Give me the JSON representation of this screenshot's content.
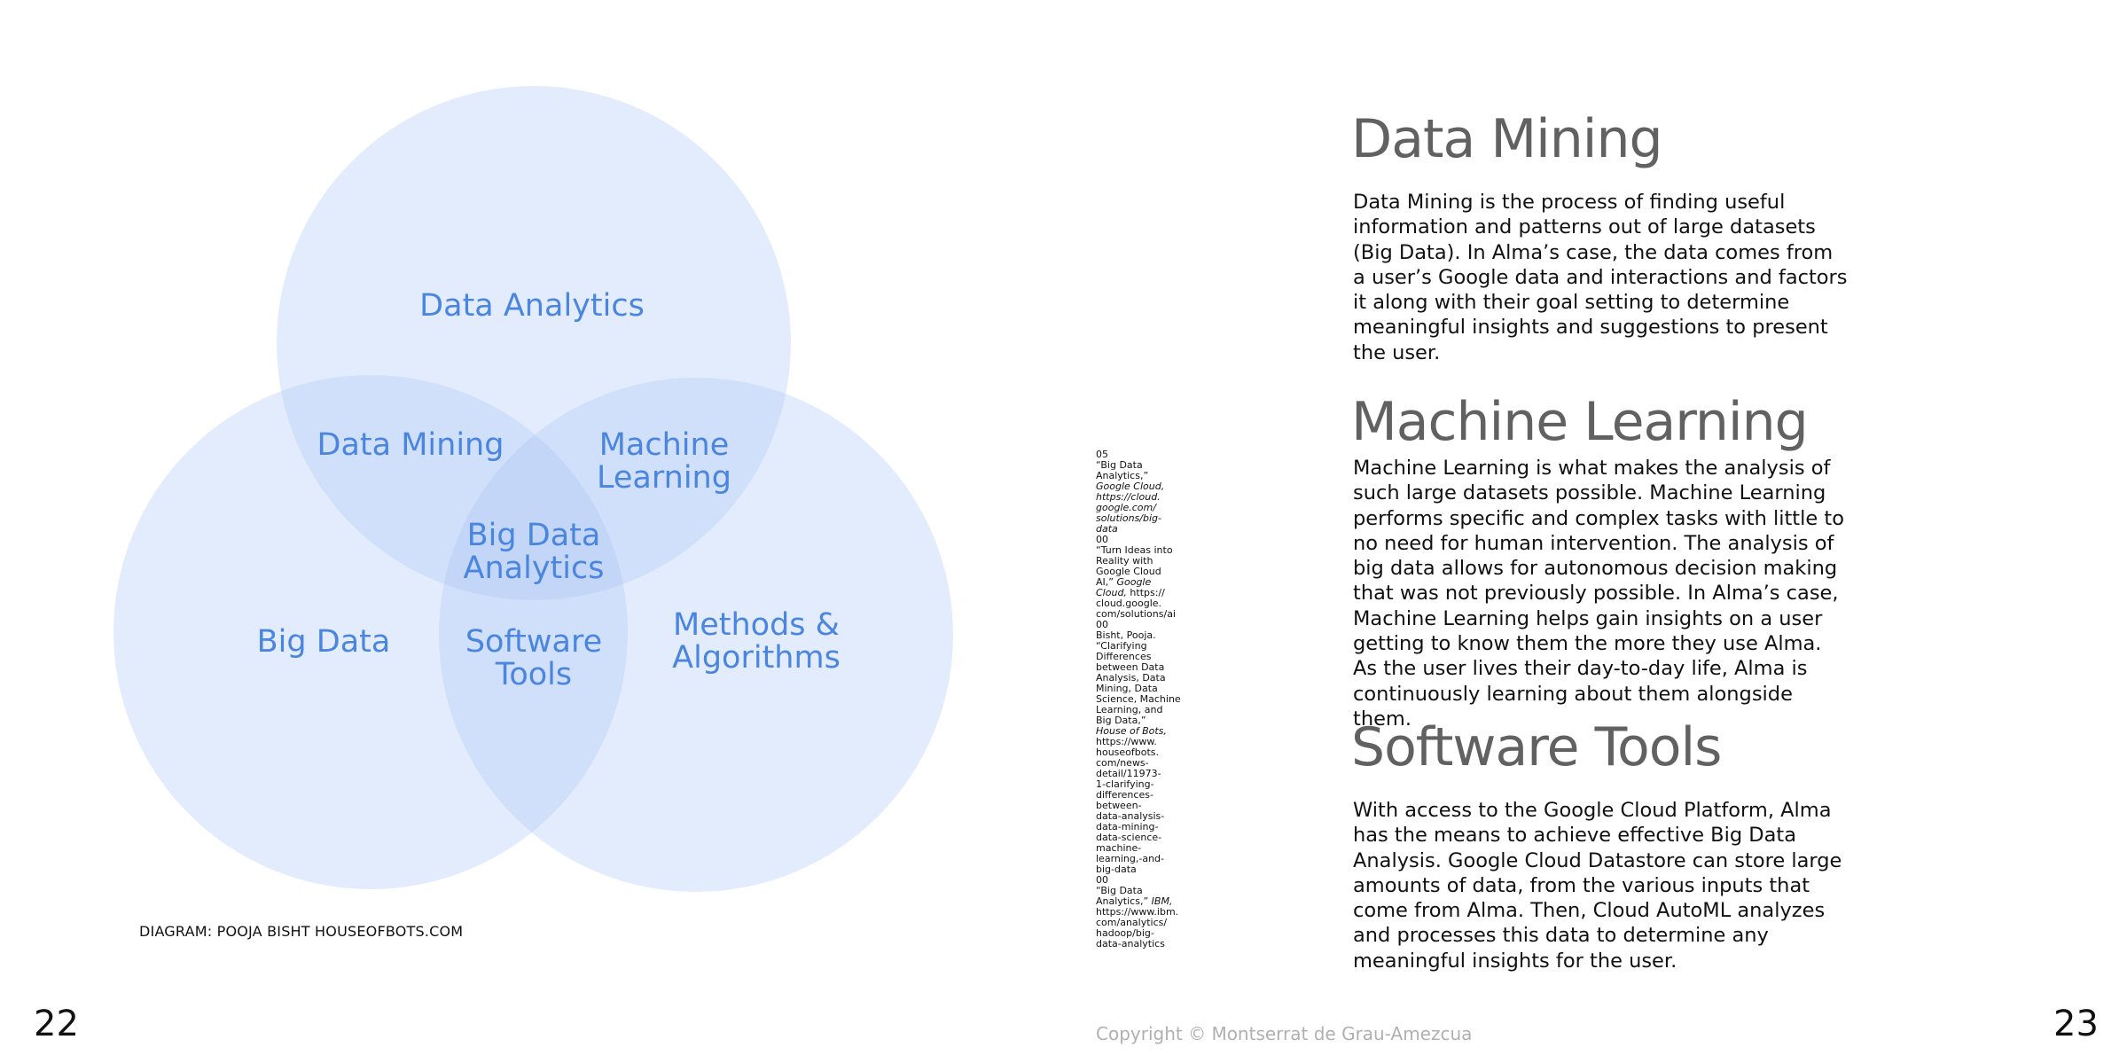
{
  "diagram": {
    "labels": {
      "data_analytics": "Data Analytics",
      "data_mining": "Data Mining",
      "machine_learning": "Machine\nLearning",
      "big_data_analytics": "Big Data\nAnalytics",
      "big_data": "Big Data",
      "software_tools": "Software\nTools",
      "methods_algorithms": "Methods &\nAlgorithms"
    },
    "circle_color": "#a9c6f5",
    "caption": "DIAGRAM: POOJA BISHT HOUSEOFBOTS.COM"
  },
  "page_numbers": {
    "left": "22",
    "right": "23"
  },
  "copyright": "Copyright © Montserrat de Grau-Amezcua",
  "references": [
    {
      "text": "05\n“Big Data\nAnalytics,”\n"
    },
    {
      "text": "Google Cloud,\nhttps://cloud.\ngoogle.com/\nsolutions/big-\ndata",
      "italic": true
    },
    {
      "text": "\n00\n“Turn Ideas into\nReality with\nGoogle Cloud\nAI,” "
    },
    {
      "text": "Google\nCloud,",
      "italic": true
    },
    {
      "text": " https://\ncloud.google.\ncom/solutions/ai\n00\nBisht, Pooja.\n“Clarifying\nDifferences\nbetween Data\nAnalysis, Data\nMining, Data\nScience, Machine\nLearning, and\nBig Data,”\n"
    },
    {
      "text": "House of Bots,",
      "italic": true
    },
    {
      "text": "\nhttps://www.\nhouseofbots.\ncom/news-\ndetail/11973-\n1-clarifying-\ndifferences-\nbetween-\ndata-analysis-\ndata-mining-\ndata-science-\nmachine-\nlearning,-and-\nbig-data\n00\n“Big Data\nAnalytics,” "
    },
    {
      "text": "IBM,",
      "italic": true
    },
    {
      "text": "\nhttps://www.ibm.\ncom/analytics/\nhadoop/big-\ndata-analytics"
    }
  ],
  "sections": [
    {
      "heading": "Data Mining",
      "body": "Data Mining is the process of finding useful information and patterns out of large datasets (Big Data). In Alma’s case, the data comes from a user’s Google data and interactions and factors it along with their goal setting to determine meaningful insights and suggestions to present the user."
    },
    {
      "heading": "Machine Learning",
      "body": "Machine Learning is what makes the analysis of such large datasets possible. Machine Learning performs specific and complex tasks with little to no need for human intervention. The analysis of big data allows for autonomous decision making that was not previously possible. In Alma’s case, Machine Learning helps gain insights on a user getting to know them the more they use Alma. As the user lives their day-to-day life, Alma is continuously learning about them alongside them."
    },
    {
      "heading": "Software Tools",
      "body": "With access to the Google Cloud Platform, Alma has the means to achieve effective Big Data Analysis. Google Cloud Datastore can store large amounts of data, from the various inputs that come from Alma. Then, Cloud AutoML analyzes and processes this data to determine any meaningful insights for the user."
    }
  ]
}
